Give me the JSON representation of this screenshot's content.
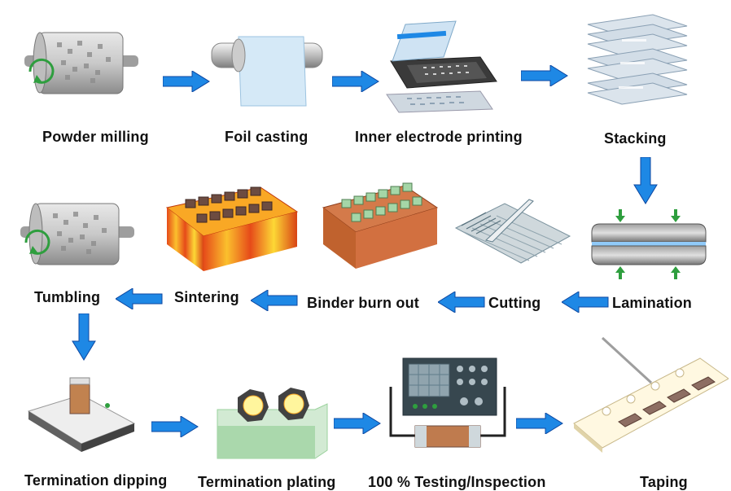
{
  "steps": {
    "powder_milling": "Powder milling",
    "foil_casting": "Foil casting",
    "inner_electrode_printing": "Inner electrode printing",
    "stacking": "Stacking",
    "lamination": "Lamination",
    "cutting": "Cutting",
    "binder_burn_out": "Binder burn out",
    "sintering": "Sintering",
    "tumbling": "Tumbling",
    "termination_dipping": "Termination dipping",
    "termination_plating": "Termination plating",
    "testing_inspection": "100 % Testing/Inspection",
    "taping": "Taping"
  },
  "colors": {
    "arrow": "#1e88e5",
    "arrow_edge": "#0d47a1",
    "green": "#2e9e3e",
    "heat_red": "#d84315",
    "heat_yellow": "#fbc02d"
  }
}
